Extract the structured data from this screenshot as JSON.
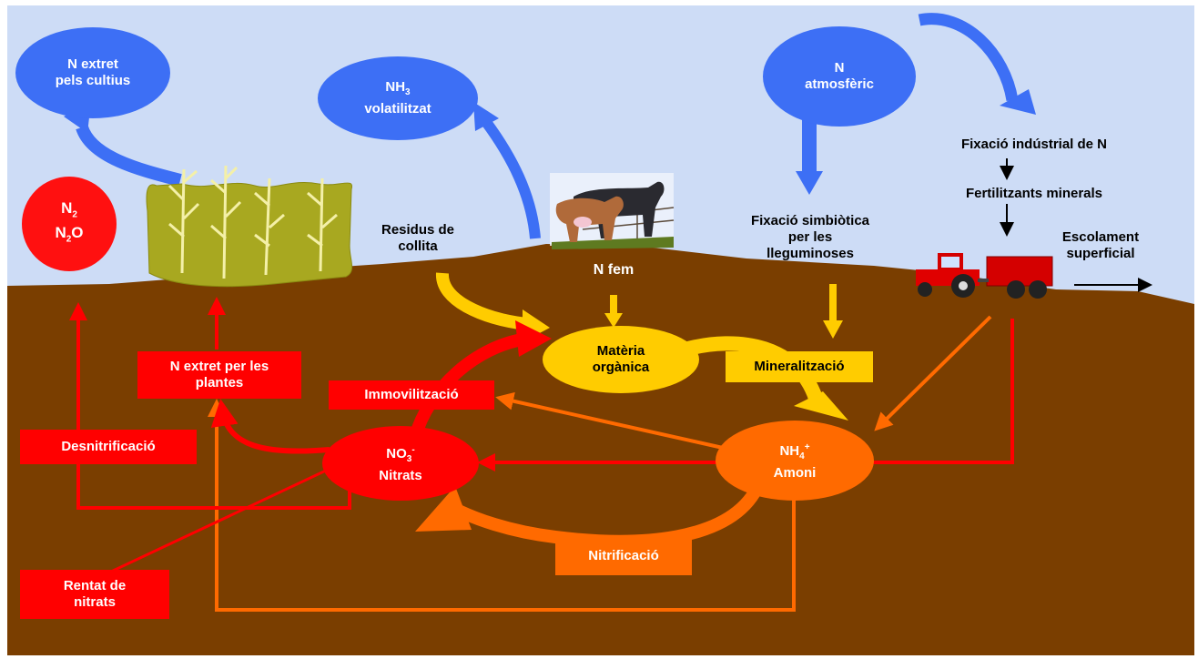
{
  "colors": {
    "sky": "#cddcf6",
    "soil": "#7a3e00",
    "blue": "#3d6ff5",
    "red": "#ff0000",
    "orange": "#ff6a00",
    "yellow": "#ffcc00",
    "crop": "#a8a820"
  },
  "icons": {
    "cows": "cows-illustration",
    "tractor": "tractor-illustration",
    "corn": "corn-field-illustration"
  },
  "nodes": {
    "n_crops": {
      "line1": "N extret",
      "line2": "pels cultius"
    },
    "nh3": {
      "sym": "NH",
      "sub": "3",
      "line2": "volatilitzat"
    },
    "n_atm": {
      "line1": "N",
      "line2": "atmosfèric"
    },
    "n2": {
      "sym1": "N",
      "sub1": "2",
      "sym2": "N",
      "sub2": "2",
      "tail2": "O"
    },
    "organic": {
      "line1": "Matèria",
      "line2": "orgànica"
    },
    "nitrates": {
      "sym": "NO",
      "sub": "3",
      "sup": "-",
      "line2": "Nitrats"
    },
    "ammonium": {
      "sym": "NH",
      "sub": "4",
      "sup": "+",
      "line2": "Amoni"
    }
  },
  "boxes": {
    "plants": {
      "line1": "N extret per les",
      "line2": "plantes"
    },
    "immob": "Immovilització",
    "mineral": "Mineralització",
    "denitr": "Desnitrificació",
    "leach": {
      "line1": "Rentat de",
      "line2": "nitrats"
    },
    "nitrif": "Nitrificació"
  },
  "labels": {
    "residues": {
      "line1": "Residus de",
      "line2": "collita"
    },
    "manure": "N fem",
    "symbiotic": {
      "line1": "Fixació simbiòtica",
      "line2": "per les",
      "line3": "lleguminoses"
    },
    "industrial": "Fixació indústrial de N",
    "fertilizers": "Fertilitzants minerals",
    "runoff": {
      "line1": "Escolament",
      "line2": "superficial"
    }
  }
}
